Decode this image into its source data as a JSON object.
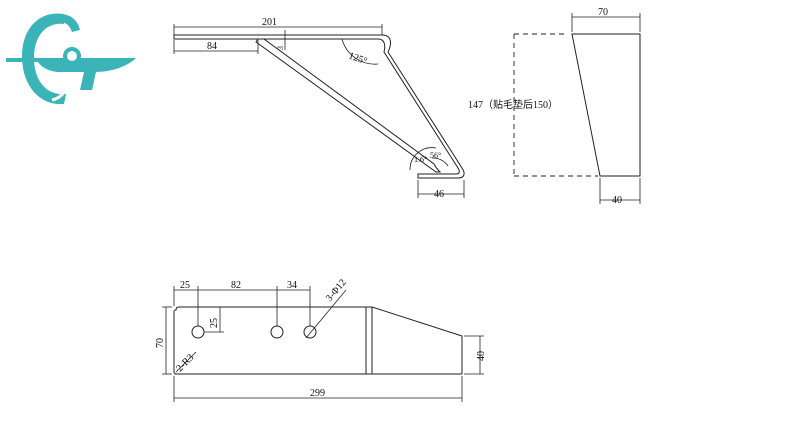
{
  "colors": {
    "logo": "#3ab3b9",
    "line": "#222222"
  },
  "logo": {
    "icon": "company-logo-icon"
  },
  "side_view": {
    "dim_top_length": "201",
    "dim_flange": "84",
    "dim_thickness": "3",
    "angle_top": "125°",
    "dim_bottom": "46",
    "angle_bottom_left": "1.6°",
    "angle_bottom_right": "56°"
  },
  "front_view": {
    "dim_top_width": "70",
    "dim_height": "147（贴毛垫后150）",
    "dim_bottom_width": "40"
  },
  "plate_view": {
    "dim_a": "25",
    "dim_b": "82",
    "dim_c": "34",
    "hole_note": "3-Φ12",
    "dim_hole_offset": "25",
    "dim_height": "70",
    "corner_note": "2-R3",
    "dim_right_height": "40",
    "dim_total_length": "299"
  }
}
